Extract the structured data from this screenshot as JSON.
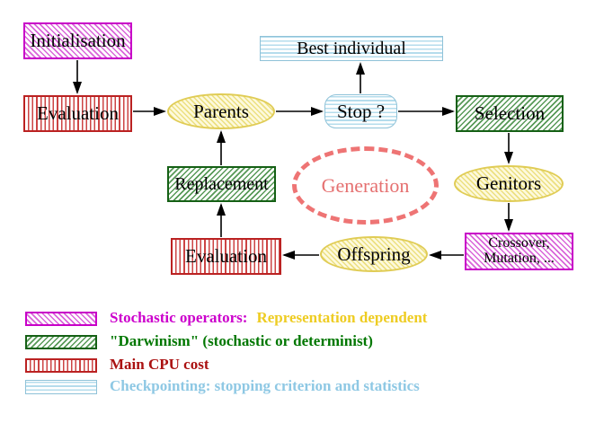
{
  "nodes": {
    "initialisation": {
      "label": "Initialisation",
      "category": "stochastic-operator"
    },
    "evaluation_top": {
      "label": "Evaluation",
      "category": "main-cpu-cost"
    },
    "parents": {
      "label": "Parents",
      "category": "population"
    },
    "best_individual": {
      "label": "Best individual",
      "category": "checkpointing"
    },
    "stop": {
      "label": "Stop ?",
      "category": "checkpointing"
    },
    "selection": {
      "label": "Selection",
      "category": "darwinism"
    },
    "genitors": {
      "label": "Genitors",
      "category": "population"
    },
    "crossover_mutation": {
      "label_line1": "Crossover,",
      "label_line2": "Mutation, ...",
      "category": "stochastic-operator"
    },
    "offspring": {
      "label": "Offspring",
      "category": "population"
    },
    "evaluation_bottom": {
      "label": "Evaluation",
      "category": "main-cpu-cost"
    },
    "replacement": {
      "label": "Replacement",
      "category": "darwinism"
    },
    "generation": {
      "label": "Generation",
      "category": "cycle-annotation"
    }
  },
  "colors": {
    "magenta": "#c800c8",
    "red_border": "#bb2222",
    "dark_red_text": "#aa1111",
    "green_border": "#156015",
    "green_text": "#007700",
    "yellow_border": "#e0cc55",
    "cyan_border": "#8fc2d8",
    "salmon_dash": "#ee7474",
    "salmon_text": "#e57070",
    "gold_text": "#eecc22",
    "light_blue_text": "#8ec8e4",
    "arrow": "#000000"
  },
  "legend": {
    "items": [
      {
        "text": "Stochastic operators:",
        "text_secondary": "Representation dependent",
        "color": "#cc00cc",
        "color_secondary": "#eecc22",
        "swatch": "magenta-diagonal-hatch"
      },
      {
        "text": "\"Darwinism\" (stochastic or determinist)",
        "color": "#007700",
        "swatch": "green-diagonal-hatch"
      },
      {
        "text": "Main CPU cost",
        "color": "#aa1111",
        "swatch": "red-vertical-stripes"
      },
      {
        "text": "Checkpointing: stopping criterion and statistics",
        "color": "#8ec8e4",
        "swatch": "cyan-horizontal-stripes"
      }
    ]
  }
}
